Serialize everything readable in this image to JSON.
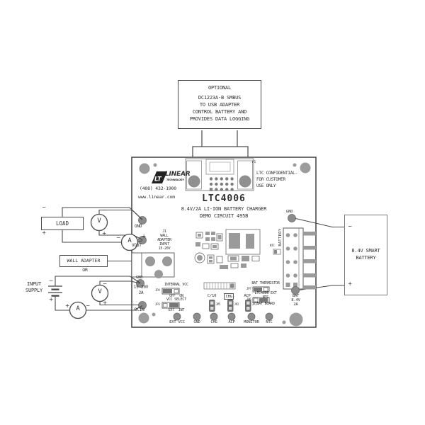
{
  "optional_note": {
    "title": "OPTIONAL",
    "lines": [
      "DC1223A-B SMBUS",
      "TO USB ADAPTER",
      "CONTROL BATTERY AND",
      "PROVIDES DATA LOGGING"
    ]
  },
  "brand": {
    "logo_mark": "LT",
    "name": "LINEAR",
    "name_sub": "TECHNOLOGY",
    "phone": "(408) 432-1900",
    "website": "www.linear.com"
  },
  "board": {
    "part_number": "LTC4006",
    "description": "8.4V/2A LI-ION BATTERY CHARGER",
    "demo_circuit": "DEMO CIRCUIT 495B",
    "confidential_lines": [
      "LTC CONFIDENTIAL-",
      "FOR CUSTOMER",
      "USE ONLY"
    ],
    "smbus_connector_ref": "P1"
  },
  "left_io": {
    "gnd_top": "GND",
    "vout": "VOUT",
    "wall_input_ref": "J1",
    "wall_input_lines": [
      "WALL",
      "ADAPTER",
      "INPUT",
      "15-20V"
    ],
    "gnd_bottom": "GND",
    "dcin_rating_lines": [
      "15-20V",
      "2A"
    ],
    "dcin": "DCIN"
  },
  "external_circuit": {
    "load_label": "LOAD",
    "wall_adapter_label": "WALL ADAPTER",
    "or_label": "OR",
    "input_supply_lines": [
      "INPUT",
      "SUPPLY"
    ],
    "voltmeter": "V",
    "ammeter": "A",
    "plus": "+",
    "minus": "−",
    "smart_battery_lines": [
      "8.4V SMART",
      "BATTERY"
    ]
  },
  "config_jumpers": {
    "internal_vcc_label": "INTERNAL VCC",
    "internal_vcc_ref": "JP4",
    "internal_vcc_options": "OFF  ON",
    "vcc_select_label": "VCC SELECT",
    "vcc_select_ref": "JP3",
    "vcc_select_options": "EXT  INT"
  },
  "status_jumpers": {
    "c10_label": "C/10",
    "c10_ref": "JP5",
    "chg_label": "CHG",
    "chg_ref": "JP2",
    "acp_label": "ACP",
    "acp_ref": "JP1"
  },
  "thermistor_jumpers": {
    "bat_thermistor_label": "BAT THERMISTOR",
    "bat_thermistor_ref": "JP7",
    "bat_thermistor_options": "LTC4006 EXT",
    "ntc_label": "NTC",
    "ntc_ref": "JP6",
    "ntc_options": "BAT BOARD"
  },
  "battery_io": {
    "gnd": "GND",
    "connector_label": "BATTERY",
    "ntc_small": "NTC",
    "bat_lines": [
      "BAT",
      "8.4V",
      "2A"
    ]
  },
  "bottom_io": {
    "labels": [
      "EXT VCC",
      "GND",
      "CHG",
      "ACP",
      "MONITOR",
      "NTC"
    ]
  }
}
